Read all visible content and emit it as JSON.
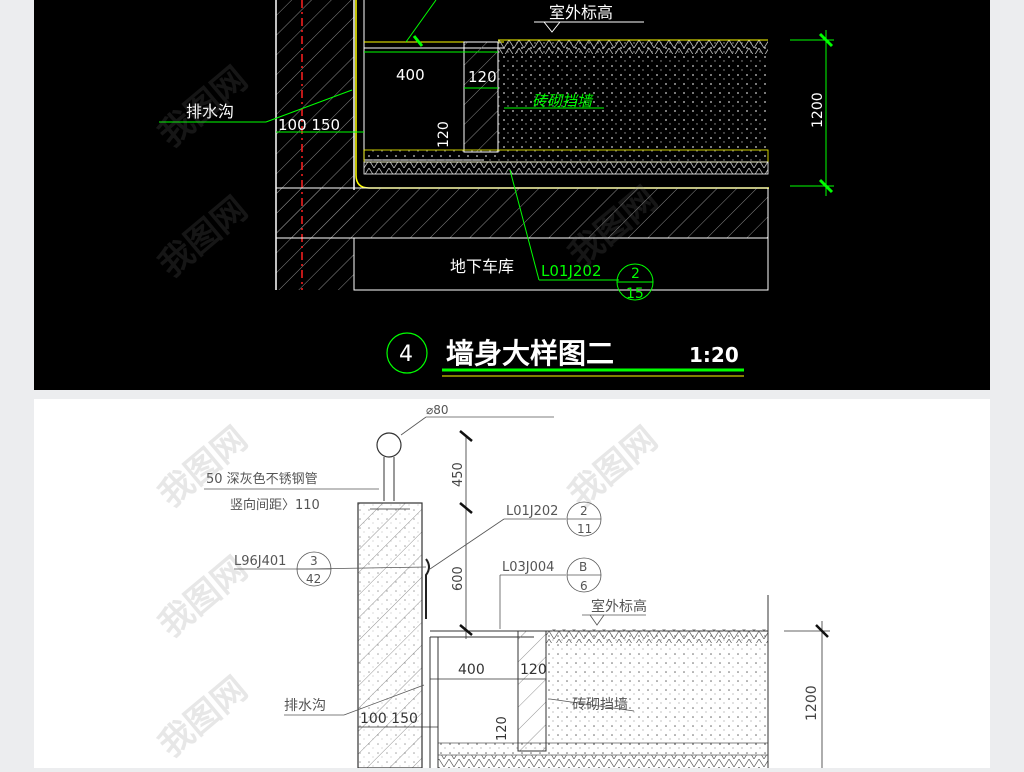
{
  "top_panel": {
    "labels": {
      "outdoor_elevation": "室外标高",
      "drain": "排水沟",
      "dim_400": "400",
      "dim_120a": "120",
      "dim_120b": "120",
      "dim_100_150": "100 150",
      "brick_wall": "砖砌挡墙",
      "dim_1200": "1200",
      "garage": "地下车库",
      "ref_code": "L01J202",
      "ref_num": "2",
      "ref_den": "15"
    },
    "title": {
      "number": "4",
      "text": "墙身大样图二",
      "scale": "1:20"
    },
    "colors": {
      "background": "#000000",
      "line_white": "#ffffff",
      "line_green": "#00ff00",
      "line_yellow": "#ffff00",
      "line_red": "#ff2020",
      "line_gray": "#9a9a9a"
    }
  },
  "bottom_panel": {
    "labels": {
      "diameter": "⌀80",
      "pipe_note": "50  深灰色不锈钢管",
      "pipe_spacing": "竖向间距〉110",
      "ref1_code": "L96J401",
      "ref1_num": "3",
      "ref1_den": "42",
      "ref2_code": "L01J202",
      "ref2_num": "2",
      "ref2_den": "11",
      "ref3_code": "L03J004",
      "ref3_num": "B",
      "ref3_den": "6",
      "outdoor_elevation": "室外标高",
      "drain": "排水沟",
      "dim_400": "400",
      "dim_120a": "120",
      "dim_120b": "120",
      "dim_100_150": "100 150",
      "brick_wall": "砖砌挡墙",
      "dim_450": "450",
      "dim_600": "600",
      "dim_1200": "1200"
    },
    "colors": {
      "background": "#ffffff",
      "line": "#333333"
    }
  },
  "watermark": {
    "text": "我图网"
  }
}
